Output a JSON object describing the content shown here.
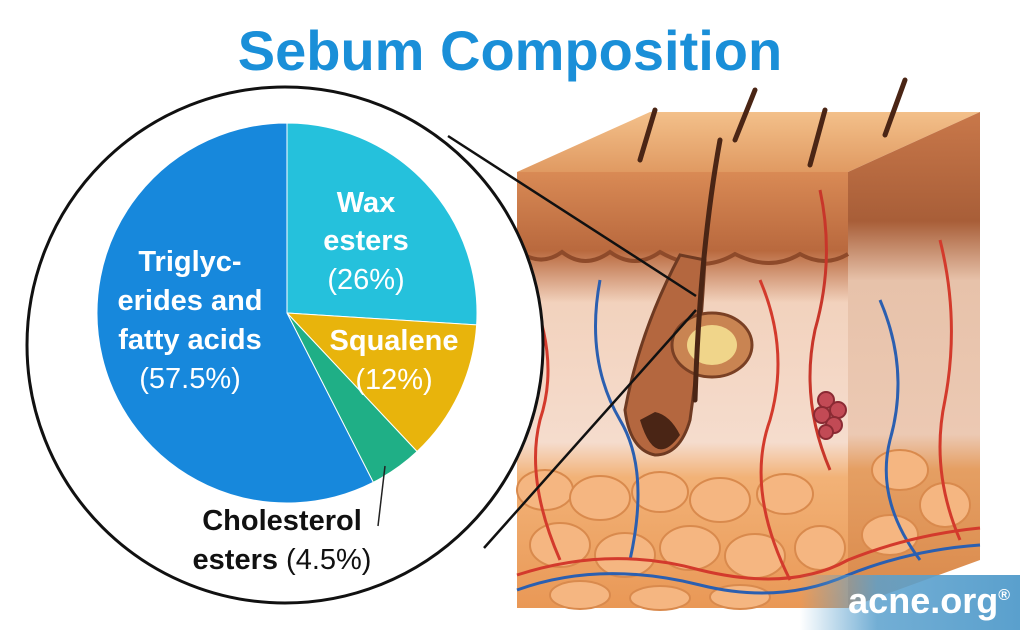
{
  "title": "Sebum Composition",
  "colors": {
    "title": "#1a8fd8",
    "triglycerides": "#1788dc",
    "wax": "#25c1dc",
    "squalene": "#e8b40c",
    "cholesterol": "#1faf86"
  },
  "chart_data": {
    "type": "pie",
    "title": "Sebum Composition",
    "slices": [
      {
        "name": "Triglycerides and fatty acids",
        "value": 57.5,
        "lines": [
          "Triglyc-",
          "erides and",
          "fatty acids"
        ],
        "pct_label": "(57.5%)"
      },
      {
        "name": "Wax esters",
        "value": 26,
        "lines": [
          "Wax",
          "esters"
        ],
        "pct_label": "(26%)"
      },
      {
        "name": "Squalene",
        "value": 12,
        "lines": [
          "Squalene"
        ],
        "pct_label": "(12%)"
      },
      {
        "name": "Cholesterol esters",
        "value": 4.5,
        "lines": [
          "Cholesterol",
          "esters"
        ],
        "pct_label": "(4.5%)"
      }
    ]
  },
  "brand": "acne.org",
  "brand_mark": "®"
}
